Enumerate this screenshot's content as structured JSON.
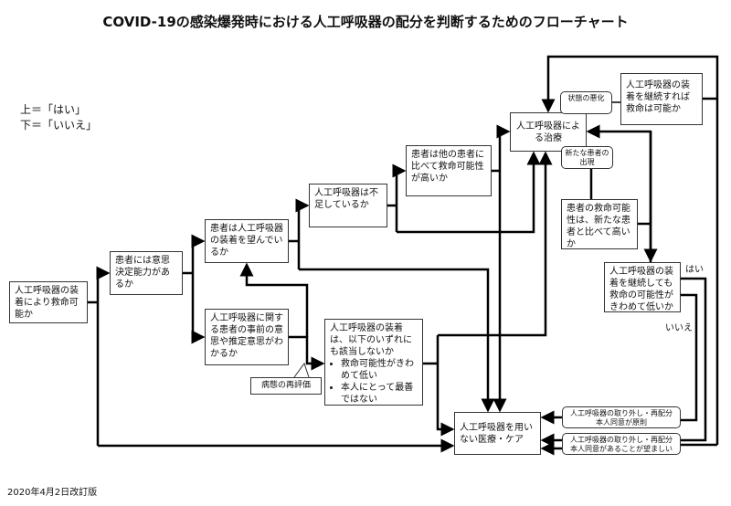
{
  "title": "COVID-19の感染爆発時における人工呼吸器の配分を判断するためのフローチャート",
  "legend": {
    "yes": "上＝「はい」",
    "no": "下＝「いいえ」"
  },
  "nodes": {
    "q_survivable": "人工呼吸器の装着により救命可能か",
    "q_capacity": "患者には意思決定能力があるか",
    "q_wants": "患者は人工呼吸器の装着を望んでいるか",
    "q_prior_will": "人工呼吸器に関する患者の事前の意思や推定意思がわかるか",
    "reevaluate": "病態の再評価",
    "q_shortage": "人工呼吸器は不足しているか",
    "q_higher": "患者は他の患者に比べて救命可能性が高いか",
    "ventilator_treatment": "人工呼吸器による治療",
    "worsening": "状態の悪化",
    "new_patient": "新たな患者の出現",
    "q_continue_survive": "人工呼吸器の装着を継続すれば救命は可能か",
    "q_compare_new": "患者の救命可能性は、新たな患者と比べて高いか",
    "q_very_low": "人工呼吸器の装着を継続しても救命の可能性がきわめて低いか",
    "q_none_apply": "人工呼吸器の装着は、以下のいずれにも該当しないか",
    "q_none_apply_items": [
      "救命可能性がきわめて低い",
      "本人にとって最善ではない"
    ],
    "no_ventilator_care": "人工呼吸器を用いない医療・ケア",
    "withdraw_consent_required_1": "人工呼吸器の取り外し・再配分",
    "withdraw_consent_required_2": "本人同意が原則",
    "withdraw_consent_desired_1": "人工呼吸器の取り外し・再配分",
    "withdraw_consent_desired_2": "本人同意があることが望ましい"
  },
  "labels": {
    "yes": "はい",
    "no": "いいえ"
  },
  "footer": "2020年4月2日改訂版"
}
